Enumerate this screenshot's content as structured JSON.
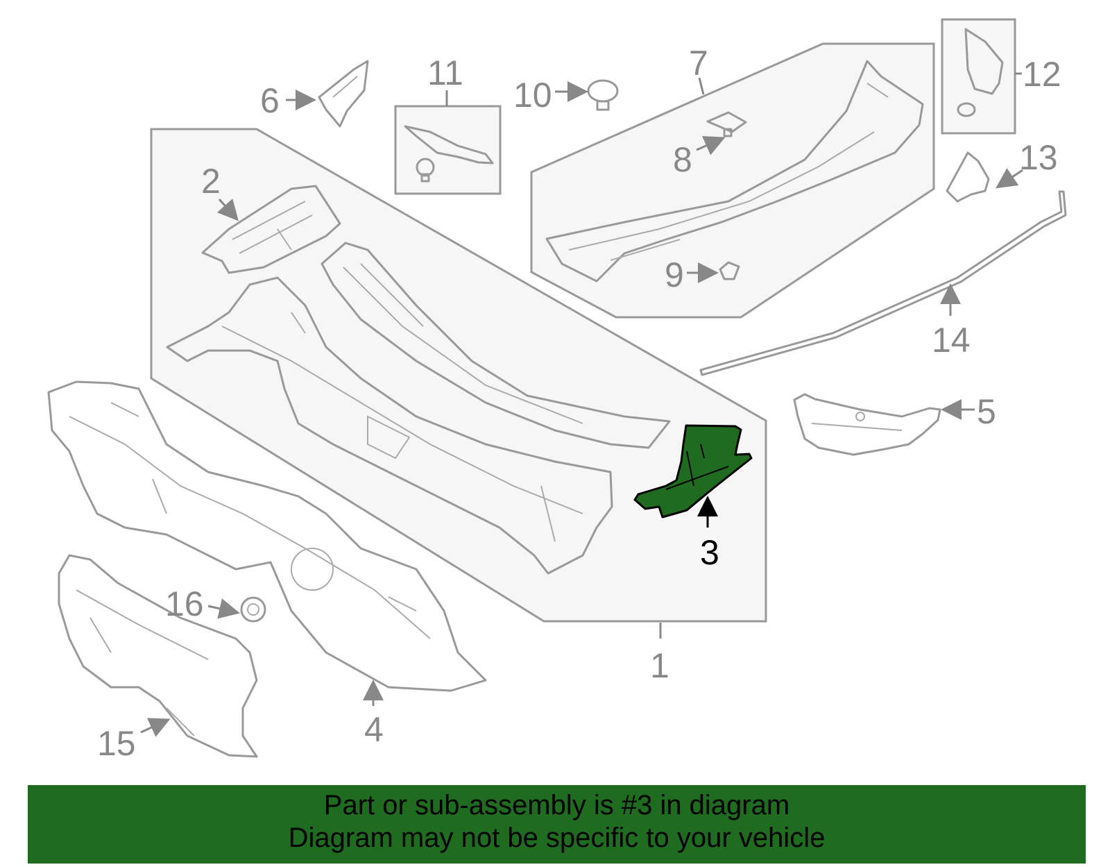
{
  "callouts": {
    "c1": "1",
    "c2": "2",
    "c3": "3",
    "c4": "4",
    "c5": "5",
    "c6": "6",
    "c7": "7",
    "c8": "8",
    "c9": "9",
    "c10": "10",
    "c11": "11",
    "c12": "12",
    "c13": "13",
    "c14": "14",
    "c15": "15",
    "c16": "16"
  },
  "highlight": {
    "part_number": "3",
    "fill_color": "#1f6b1f",
    "outline_color": "#000000"
  },
  "banner": {
    "line1": "Part or sub-assembly is #3 in diagram",
    "line2": "Diagram may not be specific to your vehicle",
    "background": "#1f6b1f"
  }
}
